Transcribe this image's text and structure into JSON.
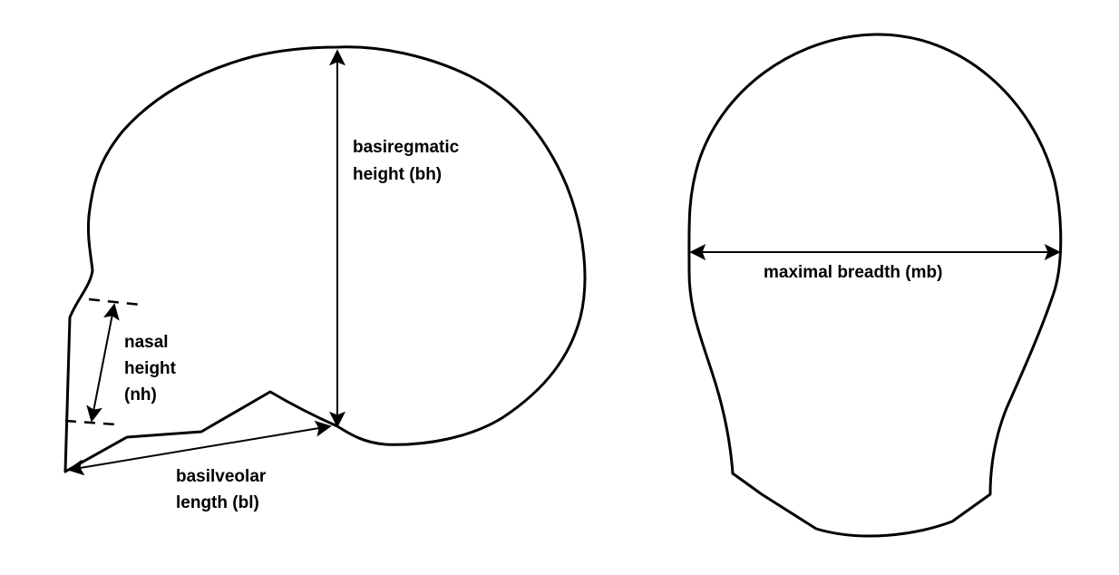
{
  "figure": {
    "labels": {
      "basiregmatic_line1": "basiregmatic",
      "basiregmatic_line2": "height (bh)",
      "nasal_line1": "nasal",
      "nasal_line2": "height",
      "nasal_line3": "(nh)",
      "basilveolar_line1": "basilveolar",
      "basilveolar_line2": "length (bl)",
      "maximal_breadth": "maximal breadth (mb)"
    }
  }
}
